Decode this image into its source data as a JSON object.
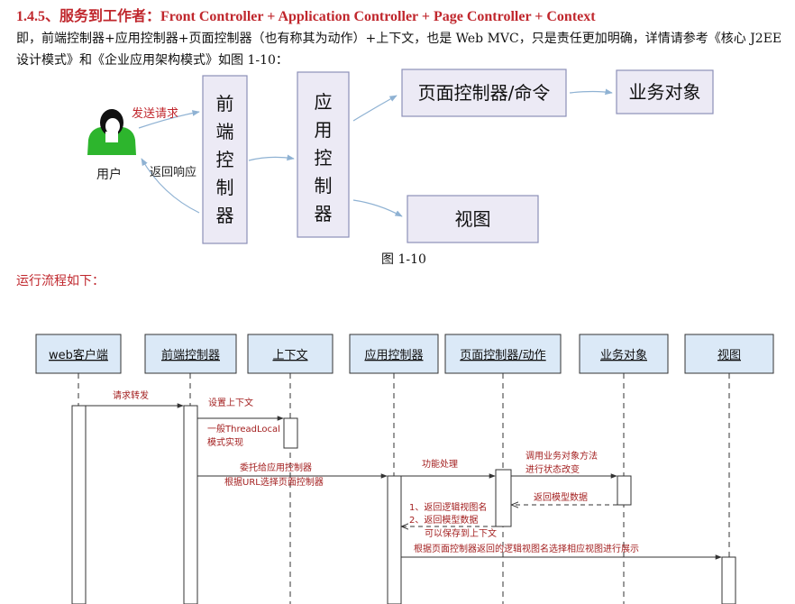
{
  "heading": "1.4.5、服务到工作者：Front Controller + Application Controller + Page Controller + Context",
  "intro_text": "即，前端控制器+应用控制器+页面控制器（也有称其为动作）+上下文，也是 Web MVC，只是责任更加明确，详情请参考《核心 J2EE 设计模式》和《企业应用架构模式》如图 1-10：",
  "figure1": {
    "user_label": "用户",
    "send_request": "发送请求",
    "return_response": "返回响应",
    "front_controller_chars": [
      "前",
      "端",
      "控",
      "制",
      "器"
    ],
    "app_controller_chars": [
      "应",
      "用",
      "控",
      "制",
      "器"
    ],
    "page_controller": "页面控制器/命令",
    "business_object": "业务对象",
    "view": "视图",
    "caption": "图 1-10"
  },
  "section_title": "运行流程如下：",
  "sequence": {
    "participants": [
      "web客户端",
      "前端控制器",
      "上下文",
      "应用控制器",
      "页面控制器/动作",
      "业务对象",
      "视图"
    ],
    "messages": {
      "m1": "请求转发",
      "m2": "设置上下文",
      "m2_note_1": "一般ThreadLocal",
      "m2_note_2": "模式实现",
      "m3_1": "委托给应用控制器",
      "m3_2": "根据URL选择页面控制器",
      "m4": "功能处理",
      "m5_1": "调用业务对象方法",
      "m5_2": "进行状态改变",
      "m6": "返回模型数据",
      "m7_1": "1、返回逻辑视图名",
      "m7_2": "2、返回模型数据",
      "m7_3": "可以保存到上下文",
      "m8": "根据页面控制器返回的逻辑视图名选择相应视图进行展示"
    }
  },
  "colors": {
    "heading_red": "#c0272d",
    "box_fill": "#eceaf5",
    "box_stroke": "#8c8fb8",
    "seq_box_fill": "#dbe9f7",
    "seq_box_stroke": "#333333",
    "message_red": "#a31f1f",
    "arrow_blue": "#8fb2d3",
    "user_green": "#2db52d"
  }
}
